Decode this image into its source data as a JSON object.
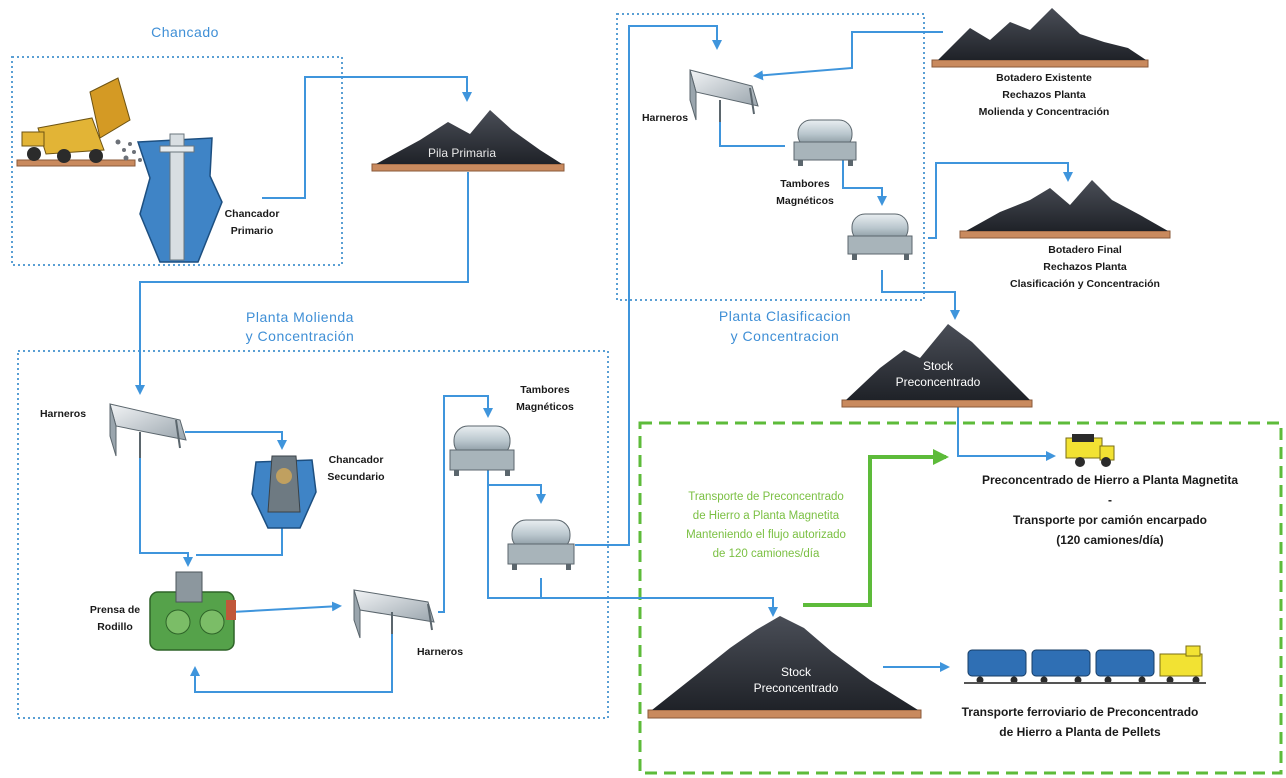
{
  "sections": {
    "chancado": "Chancado",
    "molienda": "Planta Molienda\ny Concentración",
    "clasificacion": "Planta Clasificacion\ny Concentracion"
  },
  "equipment": {
    "chancador_primario": "Chancador\nPrimario",
    "pila_primaria": "Pila Primaria",
    "harneros_molienda": "Harneros",
    "chancador_secundario": "Chancador\nSecundario",
    "prensa_rodillo": "Prensa de\nRodillo",
    "harneros_molienda_2": "Harneros",
    "tambores_molienda": "Tambores\nMagnéticos",
    "harneros_clasificacion": "Harneros",
    "tambores_clasificacion": "Tambores\nMagnéticos"
  },
  "piles": {
    "botadero_existente": "Botadero Existente\nRechazos Planta\nMolienda y Concentración",
    "botadero_final": "Botadero Final\nRechazos Planta\nClasificación y Concentración",
    "stock_upper": "Stock\nPreconcentrado",
    "stock_lower": "Stock\nPreconcentrado"
  },
  "transport": {
    "green_text": "Transporte de Preconcentrado\nde Hierro a Planta Magnetita\nManteniendo el flujo autorizado\nde 120 camiones/día",
    "truck_text": "Preconcentrado de Hierro a Planta Magnetita\n-\nTransporte por camión encarpado\n(120 camiones/día)",
    "rail_text": "Transporte ferroviario de Preconcentrado\nde Hierro a Planta de Pellets"
  },
  "colors": {
    "flow": "#3f95dc",
    "section_border": "#5a9fd4",
    "green": "#5dbb3a",
    "pile": "#3a3d44",
    "ground": "#c98a5e"
  }
}
